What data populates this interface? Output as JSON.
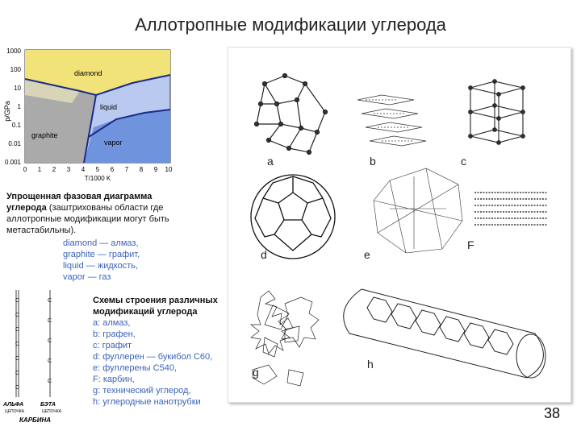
{
  "title": "Аллотропные модификации углерода",
  "phase_diagram": {
    "y_axis_label": "p/GPa",
    "x_axis_label": "T/1000 K",
    "y_ticks": [
      "1000",
      "100",
      "10",
      "1",
      "0.1",
      "0.01",
      "0.001"
    ],
    "x_ticks": [
      "0",
      "1",
      "2",
      "3",
      "4",
      "5",
      "6",
      "7",
      "8",
      "9",
      "10"
    ],
    "regions": [
      "diamond",
      "liquid",
      "graphite",
      "vapor"
    ],
    "colors": {
      "diamond": "#f2e27a",
      "liquid": "#b9c9f0",
      "graphite": "#aaaaaa",
      "vapor": "#6f94dd"
    }
  },
  "caption": {
    "bold": "Упрощенная фазовая диаграмма углерода",
    "rest": " (заштрихованы области где аллотропные модификации могут быть метастабильны)."
  },
  "legend": [
    "diamond — алмаз,",
    "graphite — графит,",
    "liquid — жидкость,",
    "vapor — газ"
  ],
  "carbyne": {
    "alpha": "АЛЬФА",
    "alpha_sub": "ЦЕПОЧКА",
    "beta": "БЭТА",
    "beta_sub": "ЦЕПОЧКА",
    "name": "КАРБИНА",
    "atom": "C"
  },
  "schemes": {
    "heading": "Схемы строения различных модификаций углерода",
    "items": [
      "a: алмаз,",
      "b: графен,",
      "c: графит",
      "d: фуллерен — букибол C60,",
      "e: фуллерены C540,",
      "F: карбин,",
      "g: технический углерод,",
      "h: углеродные нанотрубки"
    ]
  },
  "figure_labels": [
    "a",
    "b",
    "c",
    "d",
    "e",
    "F",
    "g",
    "h"
  ],
  "page_number": "38"
}
